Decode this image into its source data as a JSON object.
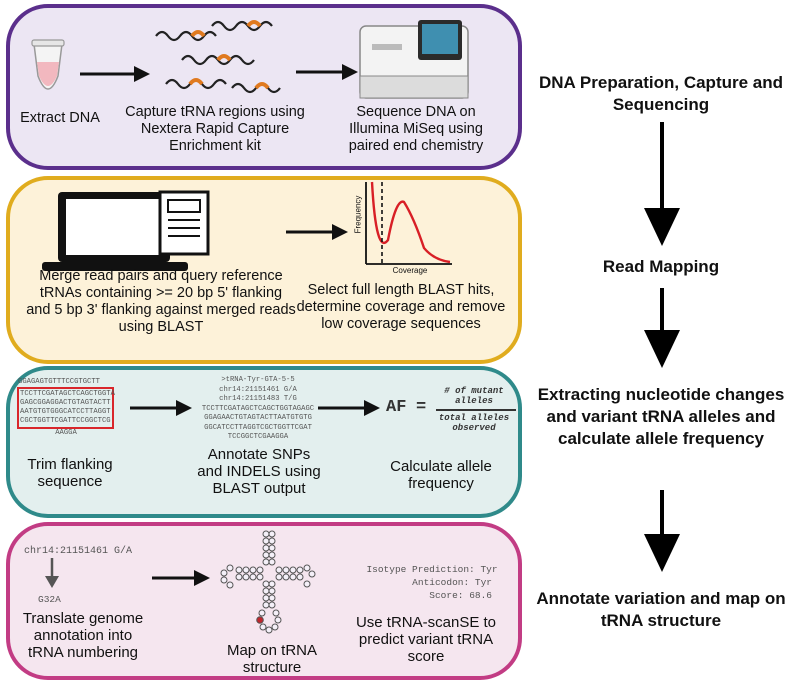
{
  "panel1": {
    "extract_dna": "Extract DNA",
    "capture": "Capture tRNA regions using Nextera Rapid Capture Enrichment kit",
    "sequence": "Sequence DNA on Illumina MiSeq using paired end chemistry"
  },
  "panel2": {
    "merge": "Merge read pairs and query reference tRNAs containing >= 20 bp 5' flanking and 5 bp 3' flanking against merged reads using BLAST",
    "select": "Select full length BLAST hits, determine coverage and remove low coverage sequences",
    "plot_ylabel": "Frequency",
    "plot_xlabel": "Coverage"
  },
  "panel3": {
    "seq_lines": [
      "GGAGAGTGTTTCCGTGCTT",
      "TCCTTCGATAGCTCAGCTGGTA",
      "GAGCGGAGGACTGTAGTACTT",
      "AATGTGTGGGCATCCTTAGGT",
      "CGCTGGTTCGATTCCGGCTCG",
      "AAGGA"
    ],
    "blast_lines": [
      ">tRNA-Tyr-GTA-5-5",
      "chr14:21151461 G/A",
      "chr14:21151483 T/G",
      "TCCTTCGATAGCTCAGCTGGTAGAGC",
      "GGAGAACTGTAGTACTTAATGTGTG",
      "GGCATCCTTAGGTCGCTGGTTCGAT",
      "TCCGGCTCGAAGGA"
    ],
    "trim": "Trim flanking sequence",
    "annotate": "Annotate SNPs and INDELS using BLAST output",
    "af_label": "AF",
    "af_equals": "=",
    "numerator": "# of mutant alleles",
    "denominator": "total alleles observed",
    "calculate": "Calculate allele frequency"
  },
  "panel4": {
    "genome_coord": "chr14:21151461 G/A",
    "trna_coord": "G32A",
    "translate": "Translate genome annotation into tRNA numbering",
    "map": "Map on tRNA structure",
    "isotype": "Isotype Prediction: Tyr",
    "anticodon": "Anticodon: Tyr",
    "score": "Score: 68.6",
    "scan": "Use tRNA-scanSE to predict variant tRNA score"
  },
  "steps": [
    "DNA Preparation, Capture and Sequencing",
    "Read Mapping",
    "Extracting nucleotide changes and variant tRNA alleles and calculate allele frequency",
    "Annotate variation and map on tRNA structure"
  ],
  "colors": {
    "panel1": "#5b2f8c",
    "panel2": "#e0ac1e",
    "panel3": "#2f8a8a",
    "panel4": "#c23c84",
    "highlight": "#e07a1f",
    "curve": "#d81f26",
    "box": "#d9262b"
  }
}
